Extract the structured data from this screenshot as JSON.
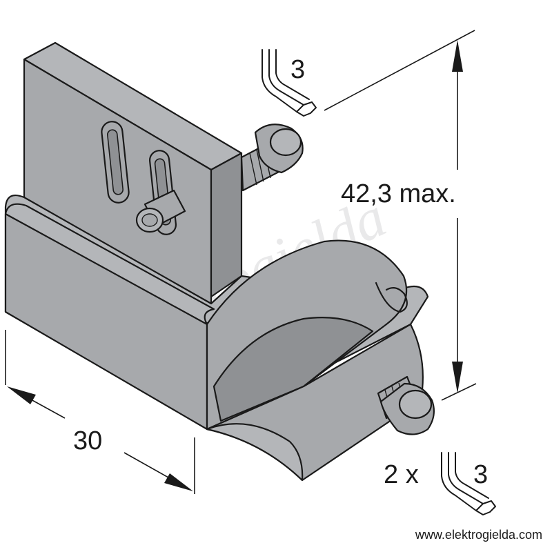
{
  "labels": {
    "height_dim": "42,3 max.",
    "width_dim": "30",
    "hex_key_top": "3",
    "hex_key_bottom_prefix": "2 x",
    "hex_key_bottom": "3"
  },
  "watermark": "Elektrogielda",
  "footer": {
    "url": "www.elektrogielda.com"
  },
  "colors": {
    "body": "#a7a9ac",
    "body_light": "#b4b6b9",
    "body_dark": "#8f9194",
    "outline": "#1a1a1a"
  }
}
